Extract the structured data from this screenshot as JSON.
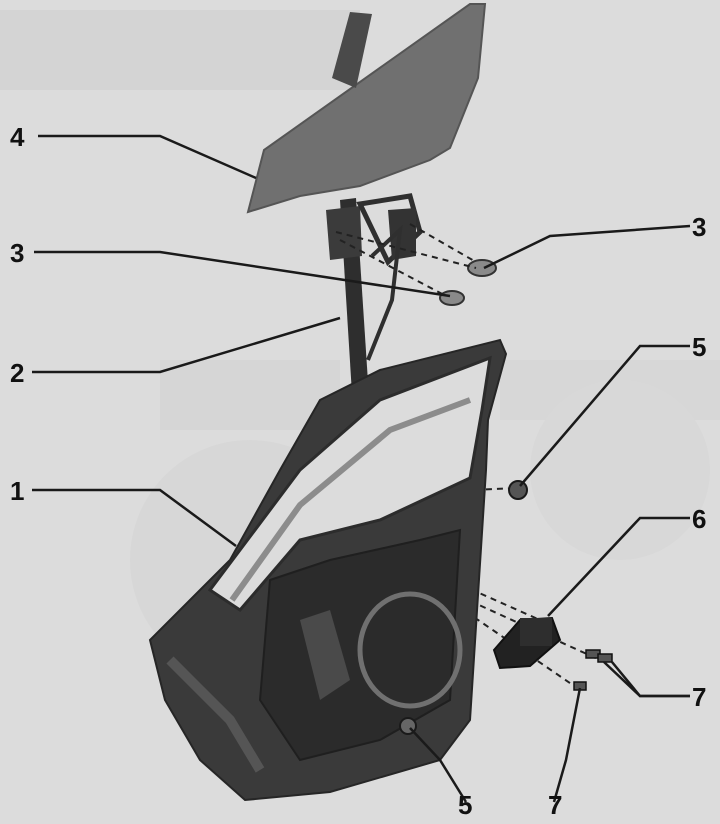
{
  "callouts": [
    {
      "id": "c4-top",
      "label": "4",
      "part": "glass"
    },
    {
      "id": "c3-left",
      "label": "3",
      "part": "clip"
    },
    {
      "id": "c3-right",
      "label": "3",
      "part": "clip"
    },
    {
      "id": "c2",
      "label": "2",
      "part": "window-regulator"
    },
    {
      "id": "c1",
      "label": "1",
      "part": "door"
    },
    {
      "id": "c5-right",
      "label": "5",
      "part": "nut"
    },
    {
      "id": "c6",
      "label": "6",
      "part": "motor"
    },
    {
      "id": "c7-right",
      "label": "7",
      "part": "bolt"
    },
    {
      "id": "c5-bottom",
      "label": "5",
      "part": "nut"
    },
    {
      "id": "c7-bottom",
      "label": "7",
      "part": "bolt"
    }
  ],
  "colors": {
    "background": "#dcdcdc",
    "glass": "#6e6e6e",
    "door": "#3a3a3a",
    "leader": "#1a1a1a"
  }
}
